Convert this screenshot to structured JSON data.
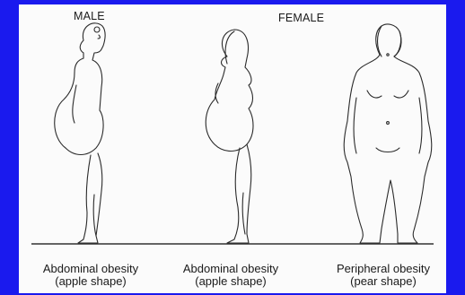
{
  "headers": {
    "male": "MALE",
    "female": "FEMALE"
  },
  "captions": [
    {
      "line1": "Abdominal obesity",
      "line2": "(apple shape)"
    },
    {
      "line1": "Abdominal obesity",
      "line2": "(apple shape)"
    },
    {
      "line1": "Peripheral obesity",
      "line2": "(pear shape)"
    }
  ],
  "colors": {
    "background": "#1a1aee",
    "panel": "#fbfbfb",
    "ink": "#2b2b2b"
  }
}
